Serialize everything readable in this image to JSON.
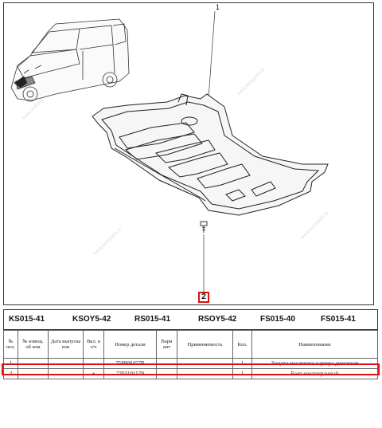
{
  "diagram": {
    "callouts": [
      "1",
      "2"
    ]
  },
  "codes": [
    "KS015-41",
    "KSOY5-42",
    "RS015-41",
    "RSOY5-42",
    "FS015-40",
    "FS015-41"
  ],
  "table": {
    "headers": [
      "№ поз.",
      "№ извещ. об изм",
      "Дата выпуска изв",
      "Вкл. в з/ч",
      "Номер детали",
      "Вари ант",
      "Применяемость",
      "Кол.",
      "Наименование"
    ],
    "rows": [
      [
        "1",
        "",
        "",
        "–",
        "758900457R",
        "",
        "",
        "1",
        "Защита масляного картера двигателя"
      ],
      [
        "2",
        "",
        "",
        "+",
        "7703101579",
        "",
        "",
        "1",
        "Болт шестигранный"
      ]
    ]
  },
  "colors": {
    "highlight": "#dd1111",
    "line": "#333333"
  }
}
